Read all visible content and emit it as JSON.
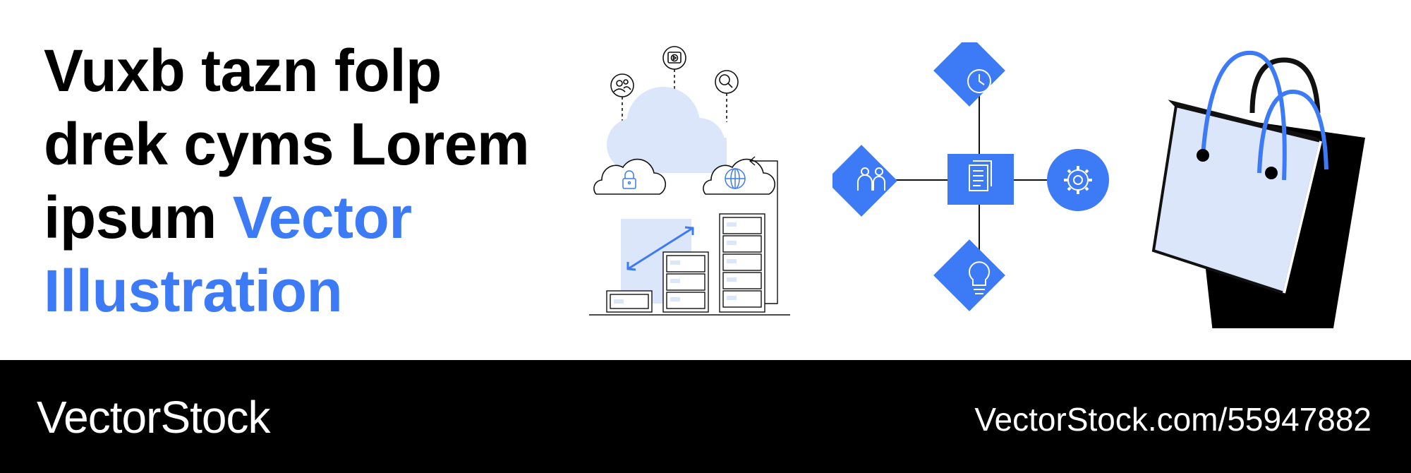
{
  "headline": {
    "line1": "Vuxb tazn folp",
    "line2": "drek cyms Lorem",
    "line3_plain": "ipsum",
    "line3_accent": "Vector",
    "line4_accent": "Illustration"
  },
  "footer": {
    "brand": "VectorStock",
    "url": "VectorStock.com/55947882"
  },
  "colors": {
    "accent": "#3D7AF5",
    "light_accent": "#DCE6FB",
    "ink": "#000000",
    "background": "#FFFFFF"
  },
  "icons": {
    "cloud_server": [
      "users-icon",
      "video-icon",
      "search-icon",
      "lock-icon",
      "globe-icon",
      "double-arrow-icon",
      "server-rack-icon"
    ],
    "workflow": [
      "clock-icon",
      "users-icon",
      "document-icon",
      "gear-icon",
      "lightbulb-icon"
    ],
    "shopping": [
      "shopping-bag-icon"
    ]
  }
}
